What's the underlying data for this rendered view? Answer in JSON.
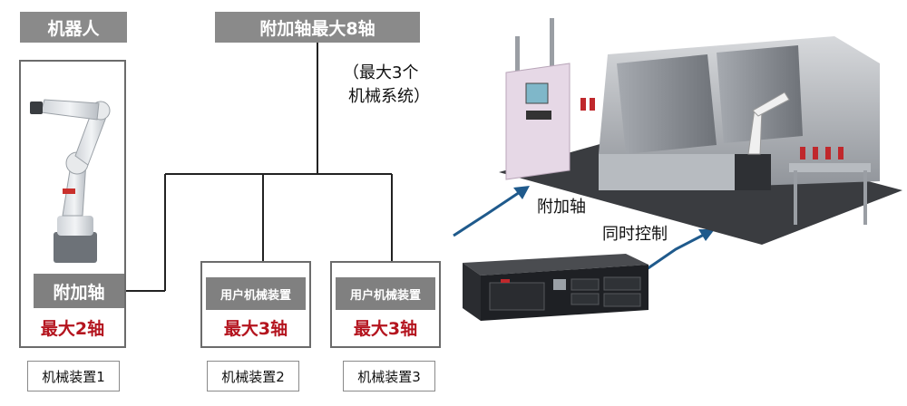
{
  "robot": {
    "header": "机器人",
    "tag": "附加轴",
    "max": "最大2轴",
    "name": "机械装置1"
  },
  "top_header": "附加轴最大8轴",
  "note_line1": "（最大3个",
  "note_line2": "机械系统）",
  "devices": [
    {
      "tag": "用户机械装置",
      "max": "最大3轴",
      "name": "机械装置2"
    },
    {
      "tag": "用户机械装置",
      "max": "最大3轴",
      "name": "机械装置3"
    }
  ],
  "arrow_labels": {
    "additional_axis": "附加轴",
    "simultaneous_control": "同时控制"
  },
  "colors": {
    "accent_red": "#b4141e",
    "header_gray": "#8a8a8a",
    "arrow_blue": "#1f5a8c"
  }
}
